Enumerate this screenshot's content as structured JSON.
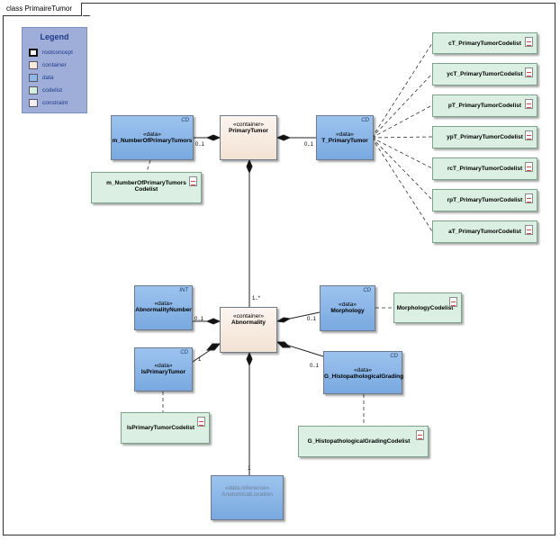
{
  "frame": {
    "title": "class PrimaireTumor"
  },
  "legend": {
    "title": "Legend",
    "items": [
      {
        "label": "rootconcept",
        "color": "#ffffff",
        "bold": true
      },
      {
        "label": "container",
        "color": "#f7e9dc"
      },
      {
        "label": "data",
        "color": "#8db8e8"
      },
      {
        "label": "codelist",
        "color": "#d3eedd"
      },
      {
        "label": "constraint",
        "color": "#f2eef2"
      }
    ]
  },
  "nodes": {
    "primary_tumor": {
      "stereotype": "«container»",
      "name": "PrimaryTumor"
    },
    "abnormality": {
      "stereotype": "«container»",
      "name": "Abnormality"
    },
    "m_number": {
      "stereotype": "«data»",
      "name": "m_NumberOfPrimaryTumors",
      "tag": "CD"
    },
    "t_primary": {
      "stereotype": "«data»",
      "name": "T_PrimaryTumor",
      "tag": "CD"
    },
    "abnormality_number": {
      "stereotype": "«data»",
      "name": "AbnormalityNumber",
      "tag": "INT"
    },
    "is_primary": {
      "stereotype": "«data»",
      "name": "IsPrimaryTumor",
      "tag": "CD"
    },
    "morphology": {
      "stereotype": "«data»",
      "name": "Morphology",
      "tag": "CD"
    },
    "g_histo": {
      "stereotype": "«data»",
      "name": "G_HistopathologicalGrading",
      "tag": "CD"
    },
    "anatomical": {
      "stereotype": "«data,reference»",
      "name": "AnatomicalLocation"
    }
  },
  "codelists": {
    "m_number_codelist": {
      "line1": "m_NumberOfPrimaryTumors",
      "line2": "Codelist"
    },
    "ct": "cT_PrimaryTumorCodelist",
    "yct": "ycT_PrimaryTumorCodelist",
    "pt": "pT_PrimaryTumorCodelist",
    "ypt": "ypT_PrimaryTumorCodelist",
    "rct": "rcT_PrimaryTumorCodelist",
    "rpt": "rpT_PrimaryTumorCodelist",
    "at": "aT_PrimaryTumorCodelist",
    "morphology": "MorphologyCodelist",
    "is_primary": "IsPrimaryTumorCodelist",
    "g_histo": "G_HistopathologicalGradingCodelist"
  },
  "multiplicities": {
    "m_number": "0..1",
    "t_primary": "0..1",
    "abnormality": "1..*",
    "abnormality_number": "0..1",
    "morphology": "0..1",
    "is_primary": "1",
    "g_histo": "0..1",
    "anatomical": "1"
  }
}
